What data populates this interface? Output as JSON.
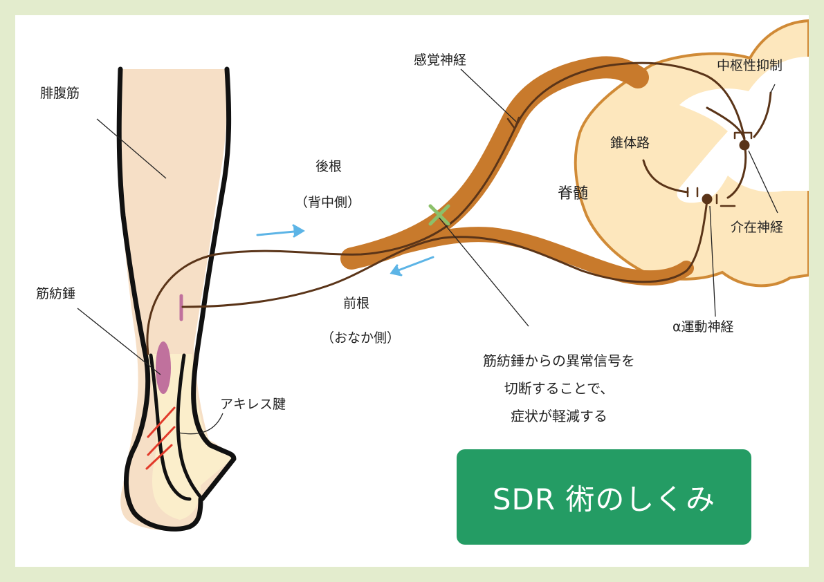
{
  "colors": {
    "border": "#e3eccd",
    "skin": "#f6dfc6",
    "heel": "#fbeecb",
    "nerve_root": "#c87a2c",
    "nerve_fiber": "#5a3418",
    "spinal_cord": "#fde7bd",
    "spinal_outline": "#d08a36",
    "spindle": "#c0719d",
    "cut_mark": "#8cc06a",
    "arrow": "#5cb4e6",
    "incision": "#e23a2a",
    "title_bg": "#249c64"
  },
  "labels": {
    "gastrocnemius": "腓腹筋",
    "muscle_spindle": "筋紡錘",
    "achilles": "アキレス腱",
    "dorsal_root": "後根",
    "dorsal_side": "（背中側）",
    "ventral_root": "前根",
    "ventral_side": "（おなか側）",
    "sensory_nerve": "感覚神経",
    "spinal_cord": "脊髄",
    "pyramidal_tract": "錐体路",
    "central_inhibition": "中枢性抑制",
    "interneuron": "介在神経",
    "alpha_motor": "α運動神経"
  },
  "note_lines": [
    "筋紡錘からの異常信号を",
    "切断することで、",
    "症状が軽減する"
  ],
  "title": "SDR 術のしくみ",
  "icons": [
    "cut-mark-icon",
    "right-arrow-icon",
    "left-arrow-icon"
  ]
}
